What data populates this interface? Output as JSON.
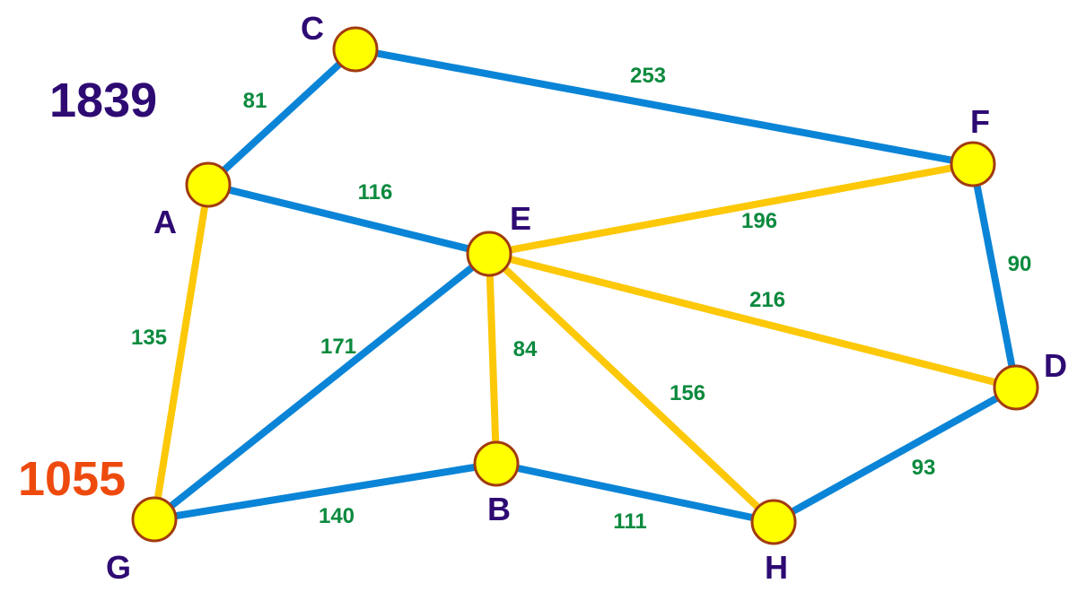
{
  "colors": {
    "background": "#ffffff",
    "tree_edge": "#fcc808",
    "other_edge": "#0a84d6",
    "node_fill": "#ffff00",
    "node_stroke": "#a23b10",
    "node_label": "#2e0a73",
    "weight_label": "#0b8a3e",
    "total_primary": "#2e0a73",
    "total_secondary": "#ee4a0e"
  },
  "totals": {
    "primary": "1839",
    "secondary": "1055"
  },
  "nodes": [
    {
      "id": "C",
      "label": "C"
    },
    {
      "id": "A",
      "label": "A"
    },
    {
      "id": "E",
      "label": "E"
    },
    {
      "id": "F",
      "label": "F"
    },
    {
      "id": "D",
      "label": "D"
    },
    {
      "id": "B",
      "label": "B"
    },
    {
      "id": "H",
      "label": "H"
    },
    {
      "id": "G",
      "label": "G"
    }
  ],
  "edges": [
    {
      "from": "A",
      "to": "C",
      "weight": "81",
      "highlighted": false
    },
    {
      "from": "C",
      "to": "F",
      "weight": "253",
      "highlighted": false
    },
    {
      "from": "A",
      "to": "E",
      "weight": "116",
      "highlighted": false
    },
    {
      "from": "E",
      "to": "F",
      "weight": "196",
      "highlighted": true
    },
    {
      "from": "F",
      "to": "D",
      "weight": "90",
      "highlighted": false
    },
    {
      "from": "A",
      "to": "G",
      "weight": "135",
      "highlighted": true
    },
    {
      "from": "E",
      "to": "G",
      "weight": "171",
      "highlighted": false
    },
    {
      "from": "E",
      "to": "B",
      "weight": "84",
      "highlighted": true
    },
    {
      "from": "E",
      "to": "H",
      "weight": "156",
      "highlighted": true
    },
    {
      "from": "E",
      "to": "D",
      "weight": "216",
      "highlighted": true
    },
    {
      "from": "G",
      "to": "B",
      "weight": "140",
      "highlighted": false
    },
    {
      "from": "B",
      "to": "H",
      "weight": "111",
      "highlighted": false
    },
    {
      "from": "H",
      "to": "D",
      "weight": "93",
      "highlighted": false
    }
  ]
}
